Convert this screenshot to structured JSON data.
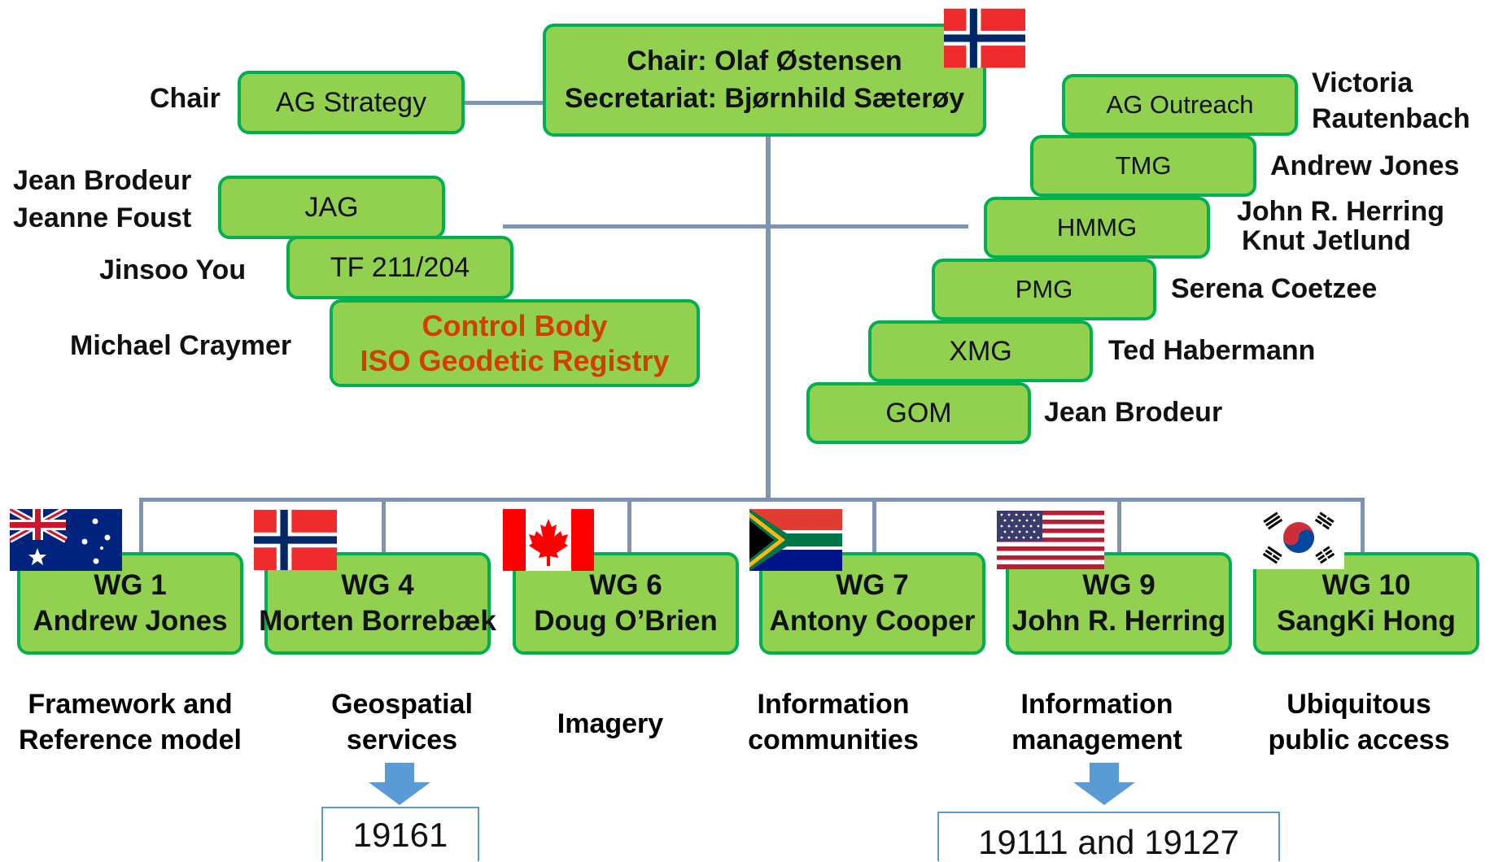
{
  "chair_box": {
    "line1": "Chair: Olaf Østensen",
    "line2": "Secretariat: Bjørnhild Sæterøy"
  },
  "left_groups": [
    {
      "name": "AG Strategy",
      "lead": "Chair"
    },
    {
      "name": "JAG",
      "lead_line1": "Jean Brodeur",
      "lead_line2": "Jeanne Foust"
    },
    {
      "name": "TF 211/204",
      "lead": "Jinsoo You"
    },
    {
      "name_line1": "Control Body",
      "name_line2": "ISO Geodetic Registry",
      "lead": "Michael Craymer"
    }
  ],
  "right_groups": [
    {
      "name": "AG Outreach",
      "lead_line1": "Victoria",
      "lead_line2": "Rautenbach"
    },
    {
      "name": "TMG",
      "lead": "Andrew Jones"
    },
    {
      "name": "HMMG",
      "lead_line1": "John R. Herring",
      "lead_line2": "Knut Jetlund"
    },
    {
      "name": "PMG",
      "lead": "Serena Coetzee"
    },
    {
      "name": "XMG",
      "lead": "Ted Habermann"
    },
    {
      "name": "GOM",
      "lead": "Jean Brodeur"
    }
  ],
  "working_groups": [
    {
      "id": "WG 1",
      "convenor": "Andrew Jones",
      "desc_line1": "Framework and",
      "desc_line2": "Reference model",
      "flag": "australia-flag"
    },
    {
      "id": "WG 4",
      "convenor": "Morten Borrebæk",
      "desc_line1": "Geospatial",
      "desc_line2": "services",
      "flag": "norway-flag"
    },
    {
      "id": "WG 6",
      "convenor": "Doug O’Brien",
      "desc_line1": "Imagery",
      "desc_line2": "",
      "flag": "canada-flag"
    },
    {
      "id": "WG 7",
      "convenor": "Antony Cooper",
      "desc_line1": "Information",
      "desc_line2": "communities",
      "flag": "south-africa-flag"
    },
    {
      "id": "WG 9",
      "convenor": "John R. Herring",
      "desc_line1": "Information",
      "desc_line2": "management",
      "flag": "usa-flag"
    },
    {
      "id": "WG 10",
      "convenor": "SangKi Hong",
      "desc_line1": "Ubiquitous",
      "desc_line2": "public access",
      "flag": "south-korea-flag"
    }
  ],
  "standards": [
    {
      "label": "19161"
    },
    {
      "label": "19111 and 19127"
    }
  ],
  "colors": {
    "box_fill": "#92d050",
    "box_border": "#00b050",
    "connector": "#8094b2",
    "control_body_text": "#d04000",
    "arrow": "#5b9bd5"
  }
}
